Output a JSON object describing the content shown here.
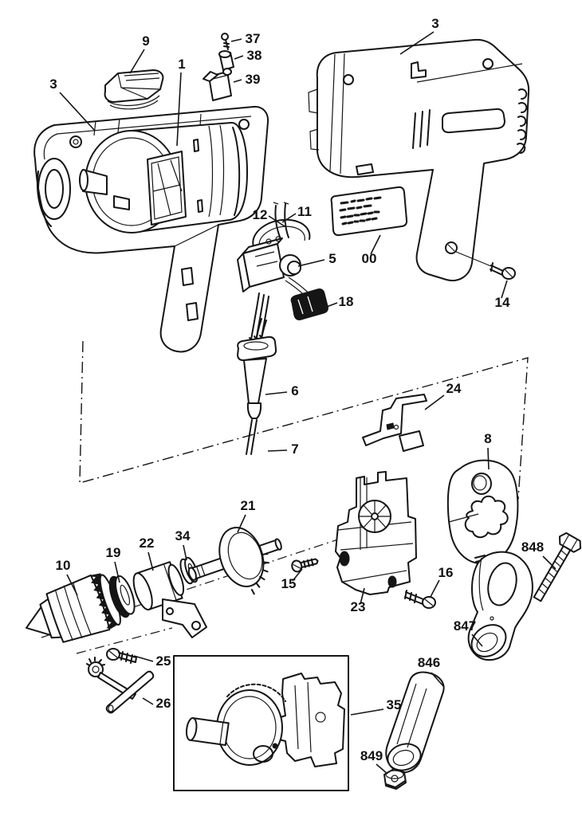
{
  "figure": {
    "type": "exploded-parts-diagram",
    "subject": "electric drill service parts diagram",
    "background": "#ffffff",
    "ink_color": "#151515"
  },
  "diagram": {
    "callouts": [
      {
        "id": "9",
        "label": "9"
      },
      {
        "id": "1",
        "label": "1"
      },
      {
        "id": "3-left",
        "label": "3"
      },
      {
        "id": "37",
        "label": "37"
      },
      {
        "id": "38",
        "label": "38"
      },
      {
        "id": "39",
        "label": "39"
      },
      {
        "id": "3-right",
        "label": "3"
      },
      {
        "id": "12",
        "label": "12"
      },
      {
        "id": "11",
        "label": "11"
      },
      {
        "id": "5",
        "label": "5"
      },
      {
        "id": "18",
        "label": "18"
      },
      {
        "id": "00",
        "label": "00"
      },
      {
        "id": "14",
        "label": "14"
      },
      {
        "id": "6",
        "label": "6"
      },
      {
        "id": "7",
        "label": "7"
      },
      {
        "id": "24",
        "label": "24"
      },
      {
        "id": "8",
        "label": "8"
      },
      {
        "id": "21",
        "label": "21"
      },
      {
        "id": "34",
        "label": "34"
      },
      {
        "id": "22",
        "label": "22"
      },
      {
        "id": "19",
        "label": "19"
      },
      {
        "id": "10",
        "label": "10"
      },
      {
        "id": "15",
        "label": "15"
      },
      {
        "id": "23",
        "label": "23"
      },
      {
        "id": "16",
        "label": "16"
      },
      {
        "id": "848",
        "label": "848"
      },
      {
        "id": "847",
        "label": "847"
      },
      {
        "id": "846",
        "label": "846"
      },
      {
        "id": "25",
        "label": "25"
      },
      {
        "id": "26",
        "label": "26"
      },
      {
        "id": "35",
        "label": "35"
      },
      {
        "id": "849",
        "label": "849"
      }
    ]
  }
}
